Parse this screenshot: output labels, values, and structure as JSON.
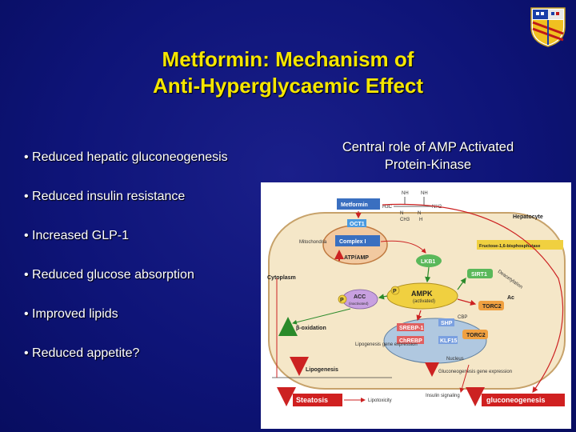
{
  "slide": {
    "title_line1": "Metformin: Mechanism of",
    "title_line2": "Anti-Hyperglycaemic Effect",
    "bullets": [
      "• Reduced hepatic gluconeogenesis",
      "• Reduced insulin resistance",
      "• Increased GLP-1",
      "• Reduced glucose absorption",
      "• Improved lipids",
      "• Reduced appetite?"
    ],
    "right_heading_line1": "Central role of AMP Activated",
    "right_heading_line2": "Protein-Kinase"
  },
  "colors": {
    "background": "#0e1478",
    "title": "#f5e600",
    "text": "#ffffff"
  },
  "diagram": {
    "metformin": "Metformin",
    "hepatocyte": "Hepatocyte",
    "oct1": "OCT1",
    "complex1": "Complex I",
    "mitochondria": "Mitochondria",
    "atp_amp": "ATP/AMP",
    "fructose": "Fructose-1,6-bisphosphatase",
    "lkb1": "LKB1",
    "sirt1": "SIRT1",
    "cytoplasm": "Cytoplasm",
    "acc": "ACC",
    "acc_sub": "(inactivated)",
    "ampk": "AMPK",
    "ampk_sub": "(activated)",
    "torc2": "TORC2",
    "ac": "Ac",
    "cbp": "CBP",
    "shp": "SHP",
    "srebp": "SREBP-1",
    "chrebp": "ChREBP",
    "klf15": "KLF15",
    "nucleus": "Nucleus",
    "beta_ox": "β-oxidation",
    "lipogenesis_ge": "Lipogenesis gene expression",
    "lipogenesis": "Lipogenesis",
    "gluconeo_ge": "Gluconeogenesis gene expression",
    "steatosis": "Steatosis",
    "lipotoxicity": "Lipotoxicity",
    "insulin_signaling": "Insulin signaling",
    "gluconeogenesis": "gluconeogenesis",
    "p": "P",
    "deacetylation": "Deacetylation",
    "chem_nh1": "NH",
    "chem_nh2": "NH",
    "chem_h3c": "H3C",
    "chem_n1": "N",
    "chem_n2": "N",
    "chem_nh2b": "NH2",
    "chem_ch3": "CH3",
    "chem_h": "H"
  }
}
